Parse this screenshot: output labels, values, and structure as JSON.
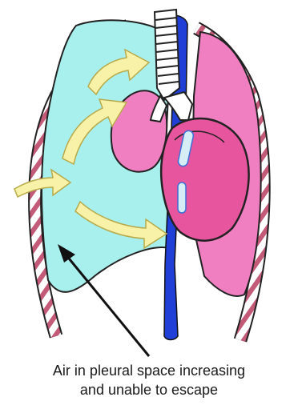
{
  "caption": {
    "line1": "Air in pleural space increasing",
    "line2": "and unable to escape"
  },
  "colors": {
    "pleural_air": "#a8f0ee",
    "lung": "#f07fc1",
    "heart": "#e8559f",
    "vessel": "#1f3fd6",
    "arrow_fill": "#f7f2a8",
    "rib_light": "#ffffff",
    "rib_dark": "#c25a78",
    "outline": "#222222",
    "trachea": "#ffffff"
  },
  "icons": [
    "air-flow-arrow",
    "pointer-arrow",
    "rib-cage",
    "trachea",
    "heart",
    "lung"
  ]
}
